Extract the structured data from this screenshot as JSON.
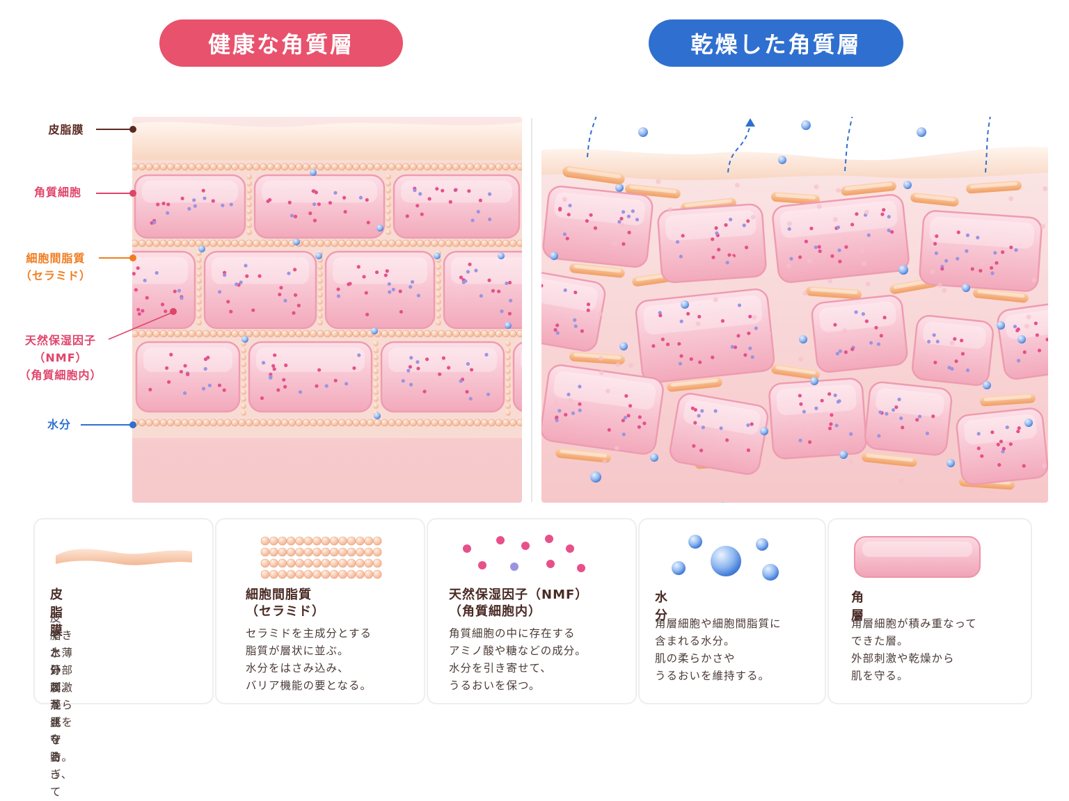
{
  "titles": {
    "healthy": "健康な角質層",
    "dry": "乾燥した角質層"
  },
  "labels": [
    {
      "id": "sebum",
      "text": "皮脂膜",
      "color": "#5a2a22"
    },
    {
      "id": "corneocyte",
      "text": "角質細胞",
      "color": "#e0446a"
    },
    {
      "id": "lipid_1",
      "text": "細胞間脂質",
      "color": "#ef7d1f"
    },
    {
      "id": "lipid_2",
      "text": "（セラミド）",
      "color": "#ef7d1f"
    },
    {
      "id": "nmf_1",
      "text": "天然保湿因子",
      "color": "#e0446a"
    },
    {
      "id": "nmf_2",
      "text": "（NMF）",
      "color": "#e0446a"
    },
    {
      "id": "nmf_3",
      "text": "（角質細胞内）",
      "color": "#e0446a"
    },
    {
      "id": "water",
      "text": "水分",
      "color": "#2f6fcf"
    }
  ],
  "legend": [
    {
      "icon": "sebum-film-icon",
      "title_lines": [
        "皮脂膜"
      ],
      "desc_lines": [
        "皮脂と汗が混ざり合って",
        "できた薄い膜。",
        "水分の蒸発を防ぎ、",
        "外部刺激から肌を守る。"
      ]
    },
    {
      "icon": "lipid-layer-icon",
      "title_lines": [
        "細胞間脂質",
        "（セラミド）"
      ],
      "desc_lines": [
        "セラミドを主成分とする",
        "脂質が層状に並ぶ。",
        "水分をはさみ込み、",
        "バリア機能の要となる。"
      ]
    },
    {
      "icon": "nmf-particles-icon",
      "title_lines": [
        "天然保湿因子（NMF）",
        "（角質細胞内）"
      ],
      "desc_lines": [
        "角質細胞の中に存在する",
        "アミノ酸や糖などの成分。",
        "水分を引き寄せて、",
        "うるおいを保つ。"
      ]
    },
    {
      "icon": "water-droplets-icon",
      "title_lines": [
        "水分"
      ],
      "desc_lines": [
        "角層細胞や細胞間脂質に",
        "含まれる水分。",
        "肌の柔らかさや",
        "うるおいを維持する。"
      ]
    },
    {
      "icon": "corneocyte-cell-icon",
      "title_lines": [
        "角層"
      ],
      "desc_lines": [
        "角層細胞が積み重なって",
        "できた層。",
        "外部刺激や乾燥から",
        "肌を守る。"
      ]
    }
  ],
  "colors": {
    "healthy_pill": "#e8526c",
    "dry_pill": "#2f6fcf",
    "cell_fill": "#f6b8c6",
    "lipid_orange": "#f3a873",
    "water_blue": "#6f9ee8"
  }
}
